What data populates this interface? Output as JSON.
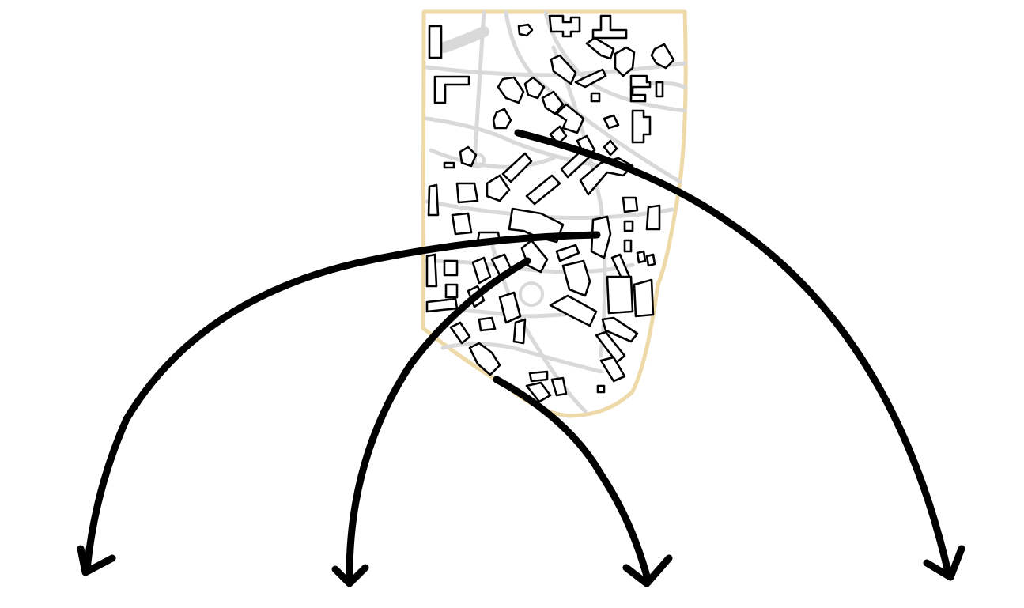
{
  "image": {
    "background_color": "#ffffff",
    "campus_boundary_color": "#eed9a8",
    "road_color": "#d9d9d9",
    "building_outline_color": "#000000",
    "arrow_color": "#000000"
  },
  "map": {
    "arrows": [
      {
        "id": "arrow-1",
        "direction": "down-left"
      },
      {
        "id": "arrow-2",
        "direction": "down"
      },
      {
        "id": "arrow-3",
        "direction": "down"
      },
      {
        "id": "arrow-4",
        "direction": "down-right"
      }
    ]
  }
}
